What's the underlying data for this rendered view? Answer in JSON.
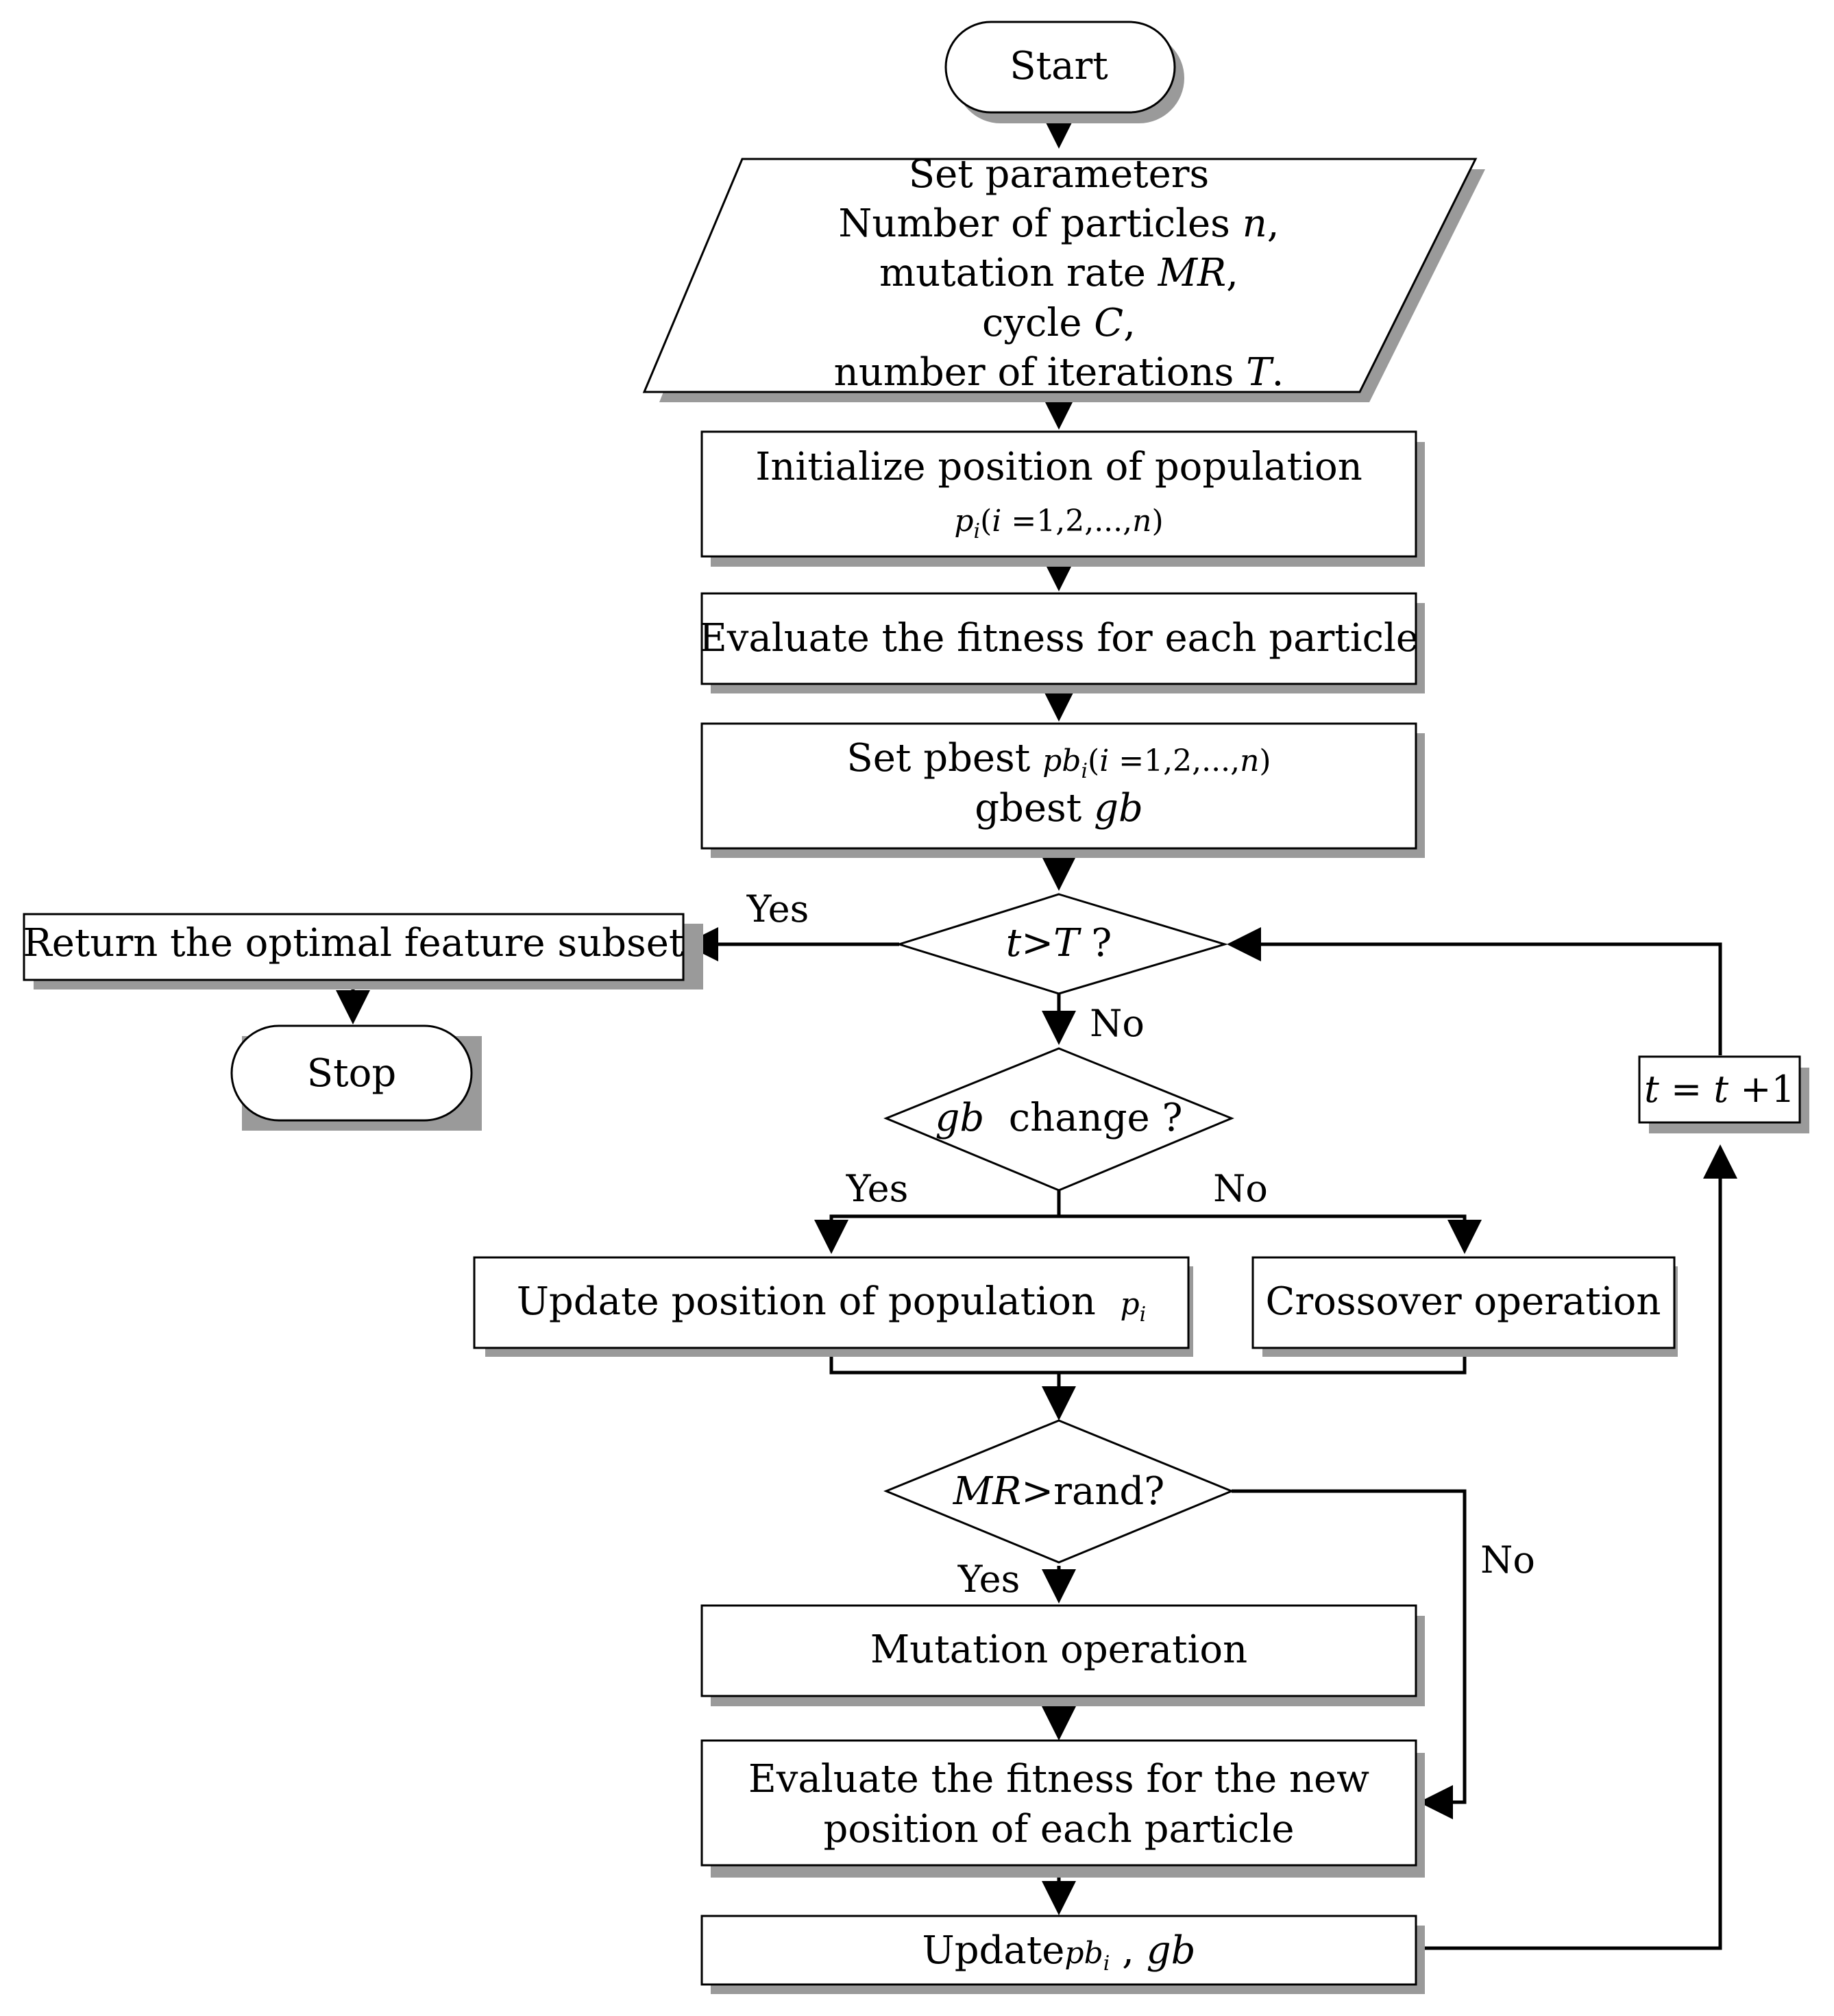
{
  "nodes": {
    "start": "Start",
    "set_params": {
      "line1": "Set parameters",
      "line2_a": "Number of particles ",
      "line2_b": "n",
      "line2_c": ",",
      "line3_a": "mutation rate ",
      "line3_b": "MR",
      "line3_c": ",",
      "line4_a": "cycle ",
      "line4_b": "C",
      "line4_c": ",",
      "line5_a": "number of iterations ",
      "line5_b": "T",
      "line5_c": "."
    },
    "init_pop": {
      "line1": "Initialize position of population",
      "line2_a": "p",
      "line2_sub": "i",
      "line2_b": "(",
      "line2_c": "i",
      "line2_d": " =1,2,...,",
      "line2_e": "n",
      "line2_f": ")"
    },
    "eval_fitness": "Evaluate the fitness for each particle",
    "set_pbest": {
      "line1_a": "Set pbest ",
      "line1_b": "pb",
      "line1_sub": "i",
      "line1_c": "(",
      "line1_d": "i",
      "line1_e": " =1,2,...,",
      "line1_f": "n",
      "line1_g": ")",
      "line2_a": "gbest ",
      "line2_b": "gb"
    },
    "cond_t": {
      "a": "t",
      "b": ">",
      "c": "T",
      "d": " ?"
    },
    "return_subset": "Return the optimal feature subset",
    "stop": "Stop",
    "t_update": {
      "a": "t",
      "b": " = ",
      "c": "t",
      "d": " +1"
    },
    "cond_gb": {
      "a": "gb",
      "b": "  change ?"
    },
    "update_pos": {
      "a": "Update position of population  ",
      "b": "p",
      "sub": "i"
    },
    "crossover": "Crossover operation",
    "cond_mr": {
      "a": "MR",
      "b": ">rand?"
    },
    "mutation": "Mutation operation",
    "eval_new": {
      "line1": "Evaluate the fitness for the new",
      "line2": "position of each particle"
    },
    "update_best": {
      "a": "Update",
      "b": "pb",
      "sub": "i",
      "c": " , ",
      "d": "gb"
    }
  },
  "edge_labels": {
    "yes_t": "Yes",
    "no_t": "No",
    "yes_gb": "Yes",
    "no_gb": "No",
    "yes_mr": "Yes",
    "no_mr": "No"
  }
}
